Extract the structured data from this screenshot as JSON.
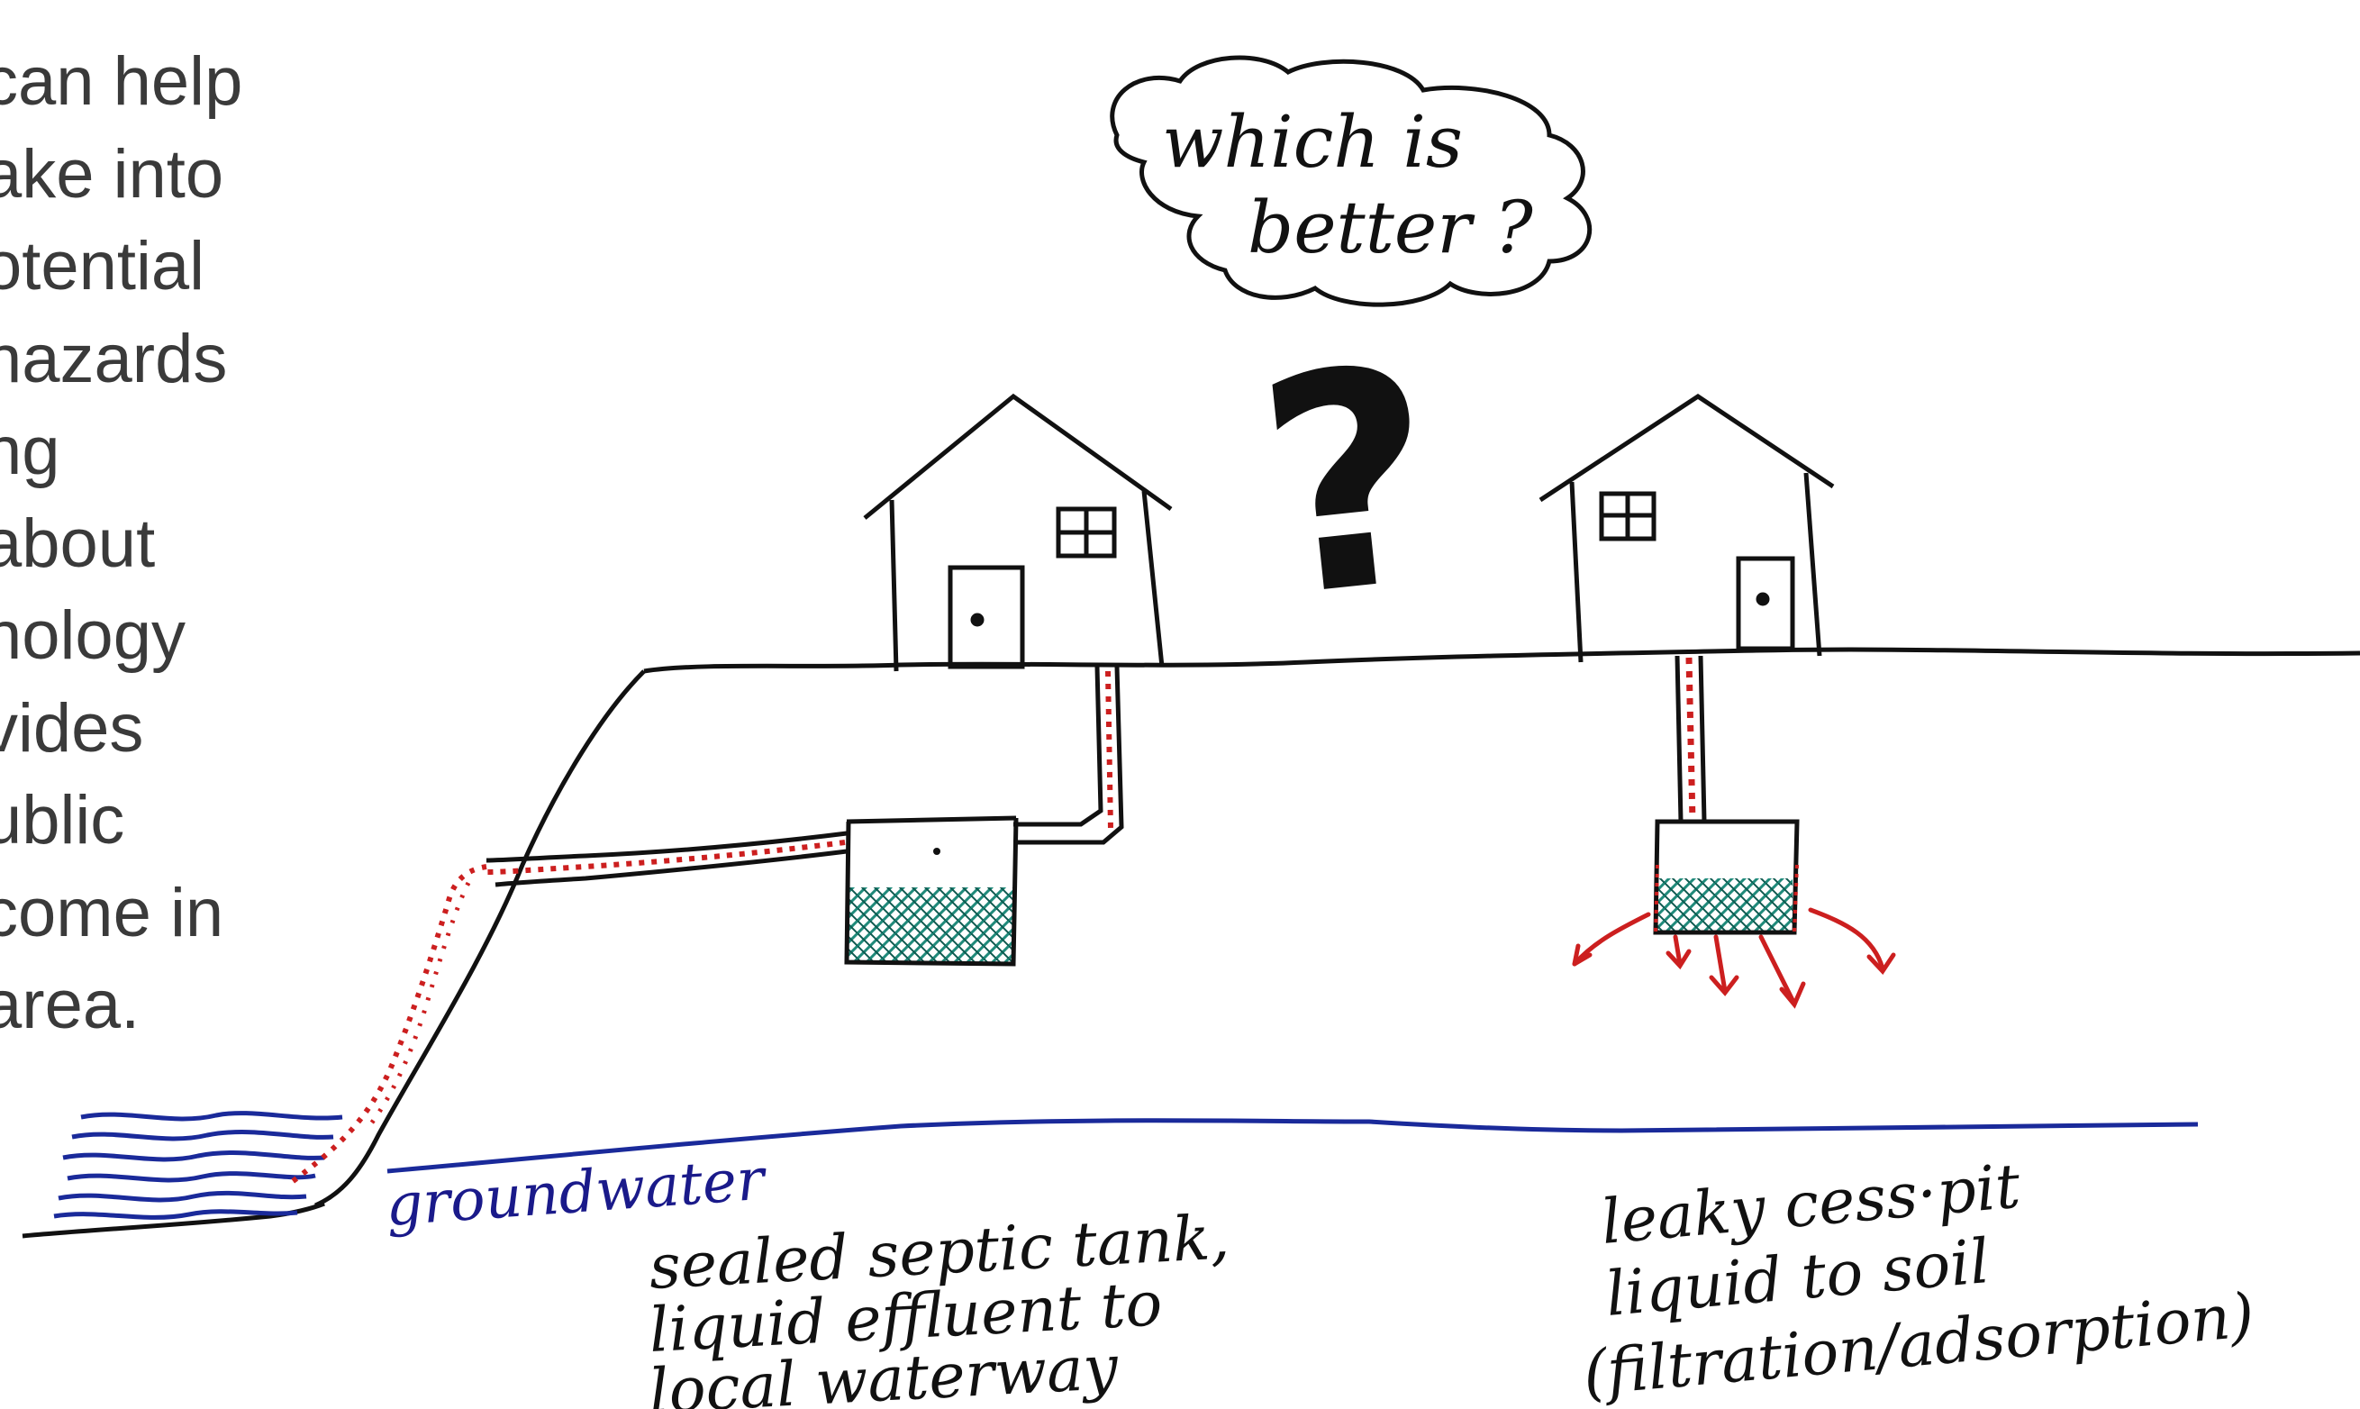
{
  "side_text": {
    "lines": [
      "can help",
      "ake into",
      "otential",
      "hazards",
      "ng",
      "about",
      "nology",
      "vides",
      "ublic",
      "come in",
      "area."
    ]
  },
  "diagram": {
    "thought_bubble_line1": "which is",
    "thought_bubble_line2": "better ?",
    "question_mark": "?",
    "groundwater_label": "groundwater",
    "left_caption": [
      "sealed septic tank,",
      "liquid effluent to",
      "local waterway"
    ],
    "right_caption": [
      "leaky cess·pit",
      "liquid to soil",
      "(filtration/adsorption)"
    ],
    "colors": {
      "ink": "#111111",
      "effluent": "#cc1f1f",
      "water": "#1a2a9a",
      "sludge": "#1f8a7a"
    }
  }
}
